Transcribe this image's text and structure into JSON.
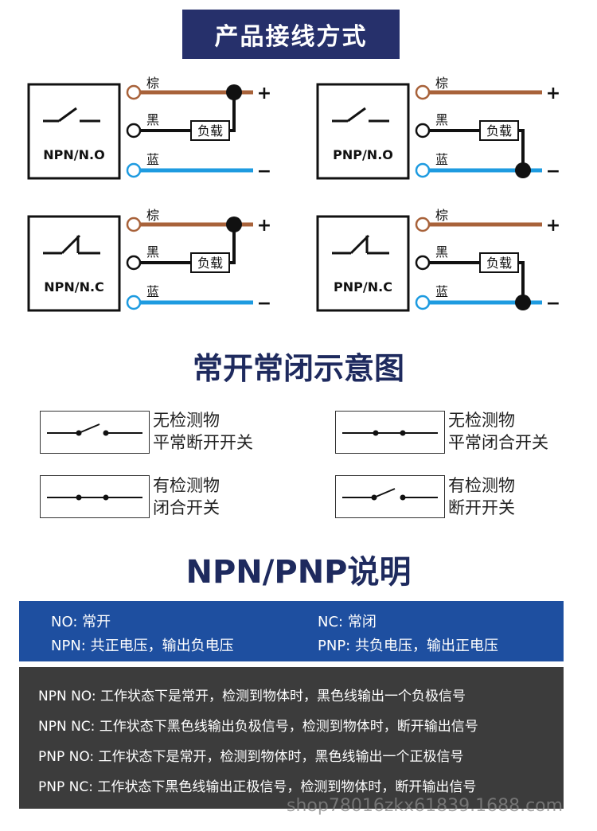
{
  "banner": {
    "title": "产品接线方式"
  },
  "wire_colors": {
    "brown": "#a8623a",
    "black": "#111111",
    "blue": "#1e9be0"
  },
  "wiring": {
    "wire_labels": {
      "brown": "棕",
      "black": "黑",
      "blue": "蓝"
    },
    "load_label": "负载",
    "plus": "+",
    "minus": "−",
    "diagrams": [
      {
        "id": "npn-no",
        "label": "NPN/N.O",
        "switch": "open",
        "load": "npn"
      },
      {
        "id": "pnp-no",
        "label": "PNP/N.O",
        "switch": "open",
        "load": "pnp"
      },
      {
        "id": "npn-nc",
        "label": "NPN/N.C",
        "switch": "closed",
        "load": "npn"
      },
      {
        "id": "pnp-nc",
        "label": "PNP/N.C",
        "switch": "closed",
        "load": "pnp"
      }
    ]
  },
  "legend": {
    "title": "常开常闭示意图",
    "items": [
      {
        "symbol": "open",
        "line1": "无检测物",
        "line2": "平常断开开关"
      },
      {
        "symbol": "closed",
        "line1": "无检测物",
        "line2": "平常闭合开关"
      },
      {
        "symbol": "closed",
        "line1": "有检测物",
        "line2": "闭合开关"
      },
      {
        "symbol": "open",
        "line1": "有检测物",
        "line2": "断开开关"
      }
    ]
  },
  "npn_pnp": {
    "title": "NPN/PNP说明",
    "no": "NO: 常开",
    "nc": "NC: 常闭",
    "npn": "NPN: 共正电压，输出负电压",
    "pnp": "PNP: 共负电压，输出正电压"
  },
  "descriptions": [
    "NPN NO: 工作状态下是常开，检测到物体时，黑色线输出一个负极信号",
    "NPN NC: 工作状态下黑色线输出负极信号，检测到物体时，断开输出信号",
    "PNP NO: 工作状态下是常开，检测到物体时，黑色线输出一个正极信号",
    "PNP NC: 工作状态下黑色线输出正极信号，检测到物体时，断开输出信号"
  ],
  "watermark": "shop78016zkx61839.1688.com"
}
